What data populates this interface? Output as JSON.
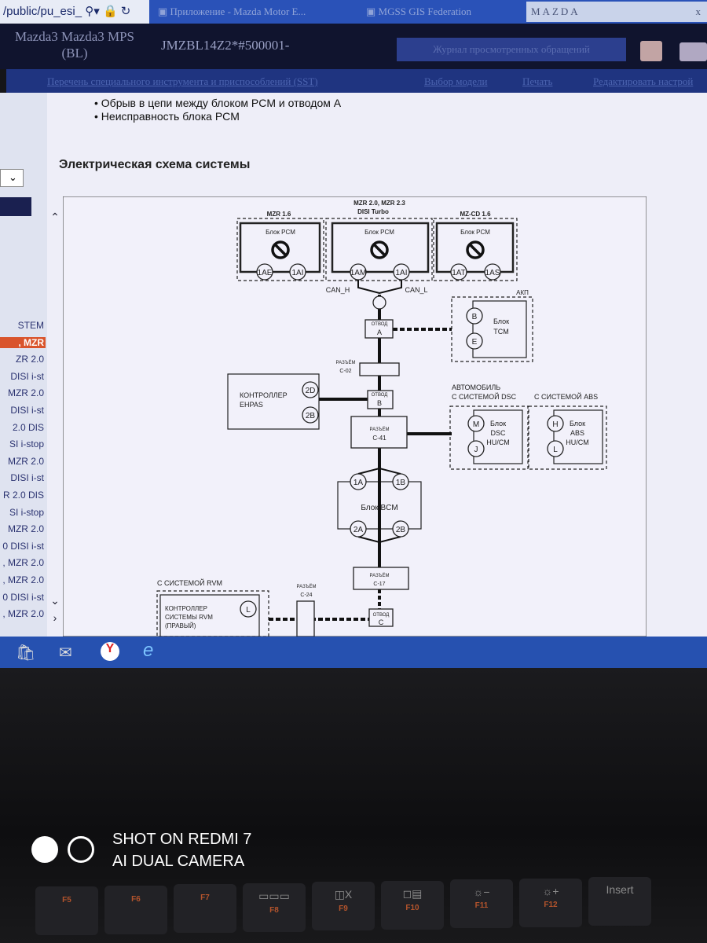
{
  "browser": {
    "address": "/public/pu_esi_",
    "tabs": [
      "Приложение - Mazda Motor E...",
      "MGSS GIS Federation",
      "MAZDA"
    ],
    "close": "x"
  },
  "header": {
    "model": "Mazda3 Mazda3 MPS (BL)",
    "vin": "JMZBL14Z2*#500001-",
    "journal_button": "Журнал просмотренных обращений"
  },
  "nav": {
    "sst": "Перечень специального инструмента и приспособлений (SST)",
    "model_select": "Выбор модели",
    "print": "Печать",
    "edit_settings": "Редактировать настрой"
  },
  "sidebar": {
    "items": [
      "STEM",
      ", MZR",
      "ZR 2.0",
      "DISI i-st",
      "MZR 2.0",
      "DISI i-st",
      "2.0 DIS",
      "SI i-stop",
      "MZR 2.0",
      "DISI i-st",
      "R 2.0 DIS",
      "SI i-stop",
      "MZR 2.0",
      "0 DISI i-st",
      ", MZR 2.0",
      ", MZR 2.0",
      "0 DISI i-st",
      ", MZR 2.0"
    ],
    "selected_index": 1
  },
  "content": {
    "bullets": [
      "Обрыв в цепи между блоком PCM и отводом A",
      "Неисправность блока PCM"
    ],
    "heading": "Электрическая схема системы"
  },
  "diagram": {
    "mzr16": "MZR 1.6",
    "mzr20a": "MZR 2.0, MZR 2.3",
    "mzr20b": "DISI Turbo",
    "mzcd": "MZ-CD 1.6",
    "pcm": "Блок PCM",
    "c_1ae": "1AE",
    "c_1ai": "1AI",
    "c_1am": "1AM",
    "c_1at": "1AT",
    "c_1as": "1AS",
    "can_h": "CAN_H",
    "can_l": "CAN_L",
    "otvod": "ОТВОД",
    "a": "A",
    "b": "B",
    "c": "C",
    "akp": "АКП",
    "blok": "Блок",
    "tcm": "TCM",
    "c_b": "B",
    "c_e": "E",
    "razem": "РАЗЪЁМ",
    "c02": "C-02",
    "c41": "C-41",
    "c17": "C-17",
    "c24": "C-24",
    "ctrl": "КОНТРОЛЛЕР",
    "ehpas": "EHPAS",
    "c_2d": "2D",
    "c_2b": "2B",
    "auto": "АВТОМОБИЛЬ",
    "with_dsc": "С СИСТЕМОЙ DSC",
    "with_abs": "С СИСТЕМОЙ ABS",
    "dsc": "DSC",
    "abs": "ABS",
    "hucm": "HU/CM",
    "c_m": "M",
    "c_j": "J",
    "c_h": "H",
    "c_l": "L",
    "bcm": "Блок BCM",
    "c_1a": "1A",
    "c_1b": "1B",
    "c_2a": "2A",
    "with_rvm": "С СИСТЕМОЙ RVM",
    "rvm1": "КОНТРОЛЛЕР",
    "rvm2": "СИСТЕМЫ RVM",
    "rvm3": "(ПРАВЫЙ)"
  },
  "keyboard": {
    "keys": [
      {
        "icon": "",
        "fn": "F5"
      },
      {
        "icon": "",
        "fn": "F6"
      },
      {
        "icon": "",
        "fn": "F7"
      },
      {
        "icon": "▭▭▭",
        "fn": "F8"
      },
      {
        "icon": "◫X",
        "fn": "F9"
      },
      {
        "icon": "◻▤",
        "fn": "F10"
      },
      {
        "icon": "☼−",
        "fn": "F11"
      },
      {
        "icon": "☼+",
        "fn": "F12"
      },
      {
        "icon": "Insert",
        "fn": ""
      }
    ]
  },
  "watermark": {
    "line1": "SHOT ON REDMI 7",
    "line2": "AI DUAL CAMERA"
  },
  "colors": {
    "header": "#10142e",
    "nav": "#1f3480",
    "taskbar": "#2651b0",
    "selected": "#d9542c"
  }
}
